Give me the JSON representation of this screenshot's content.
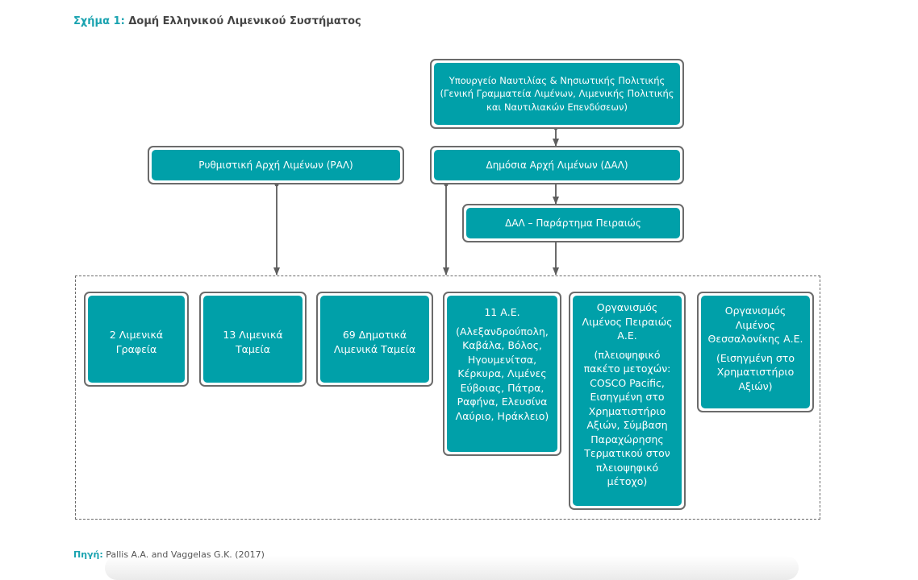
{
  "figure": {
    "label": "Σχήμα 1:",
    "title": "Δομή Ελληνικού Λιμενικού Συστήματος"
  },
  "nodes": {
    "ministry": "Υπουργείο Ναυτιλίας & Νησιωτικής Πολιτικής (Γενική Γραμματεία Λιμένων, Λιμενικής Πολιτικής και Ναυτιλιακών Επενδύσεων)",
    "ral": "Ρυθμιστική Αρχή Λιμένων (ΡΑΛ)",
    "dal": "Δημόσια Αρχή Λιμένων (ΔΑΛ)",
    "dal_piraeus": "ΔΑΛ – Παράρτημα Πειραιώς",
    "port_offices": "2 Λιμενικά Γραφεία",
    "port_funds": "13 Λιμενικά Ταμεία",
    "municipal_funds": "69 Δημοτικά Λιμενικά Ταμεία",
    "sa11": {
      "title": "11 Α.Ε.",
      "detail": "(Αλεξανδρούπολη, Καβάλα, Βόλος, Ηγουμενίτσα, Κέρκυρα, Λιμένες Εύβοιας, Πάτρα, Ραφήνα, Ελευσίνα Λαύριο, Ηράκλειο)"
    },
    "olp": {
      "title": "Οργανισμός Λιμένος Πειραιώς Α.Ε.",
      "detail": "(πλειοψηφικό πακέτο μετοχών: COSCO Pacific, Εισηγμένη στο Χρηματιστήριο Αξιών, Σύμβαση Παραχώρησης Τερματικού στον πλειοψηφικό μέτοχο)"
    },
    "olth": {
      "title": "Οργανισμός Λιμένος Θεσσαλονίκης Α.Ε.",
      "detail": "(Εισηγμένη στο Χρηματιστήριο Αξιών)"
    }
  },
  "edges": [
    {
      "from": "ministry",
      "to": "dal"
    },
    {
      "from": "dal",
      "to": "dal_piraeus"
    },
    {
      "from": "ral",
      "to": "entities_group"
    },
    {
      "from": "dal",
      "to": "entities_group"
    },
    {
      "from": "dal_piraeus",
      "to": "entities_group"
    }
  ],
  "source": {
    "label": "Πηγή:",
    "text": "Pallis A.A. and Vaggelas G.K. (2017)"
  },
  "colors": {
    "accent": "#1aa3b0",
    "node_fill": "#00a0a9",
    "border": "#6b6b6b"
  }
}
